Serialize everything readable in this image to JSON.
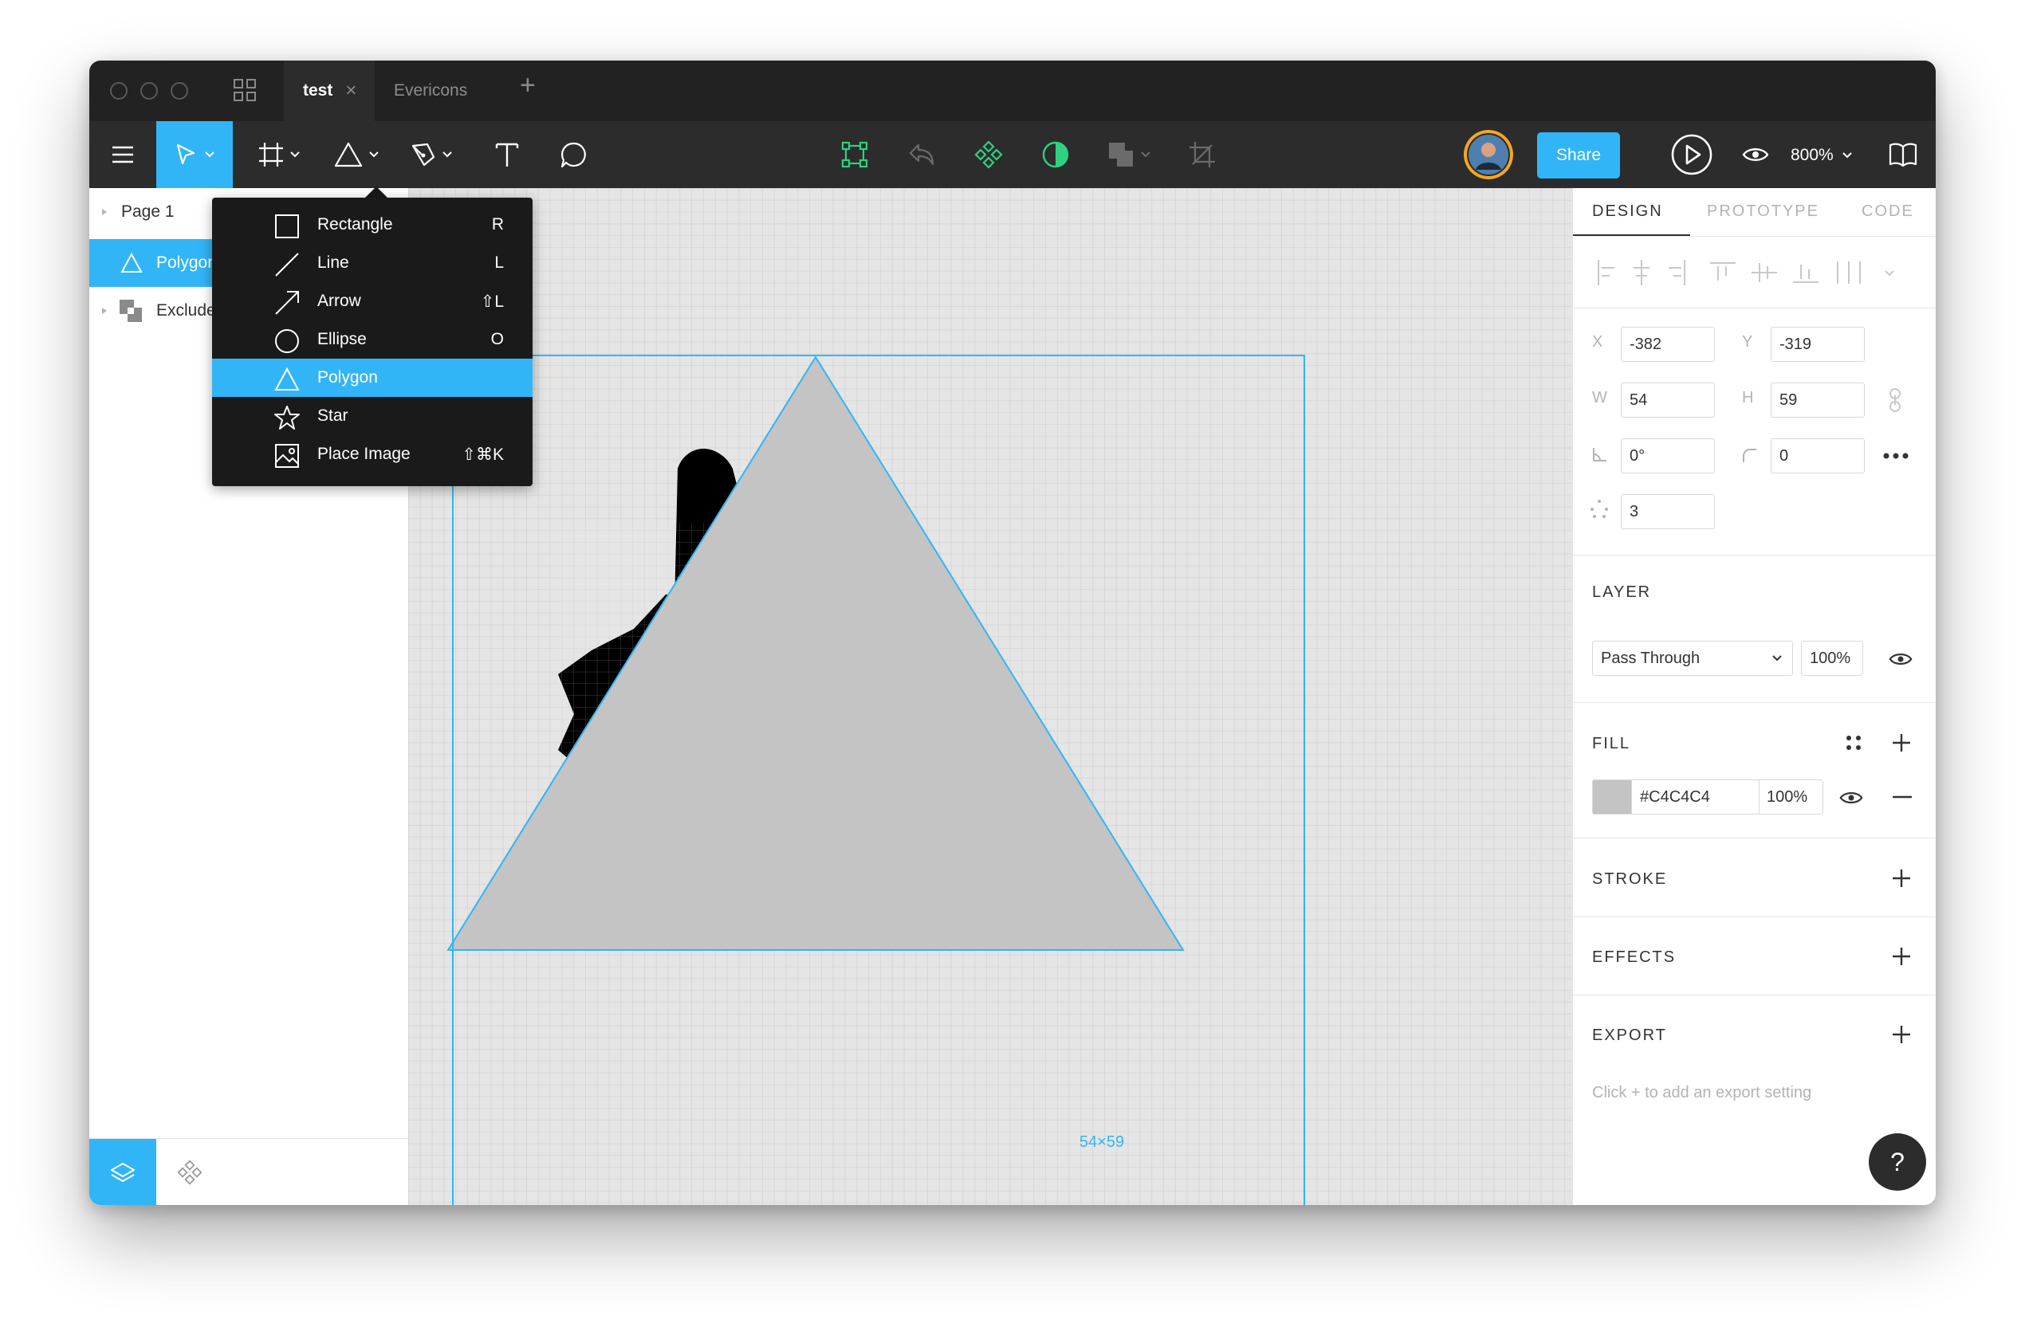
{
  "tabs": [
    {
      "label": "test",
      "active": true
    },
    {
      "label": "Evericons",
      "active": false
    }
  ],
  "toolbar": {
    "share_label": "Share",
    "zoom_label": "800%"
  },
  "layers": {
    "page_label": "Page 1",
    "items": [
      {
        "label": "Polygon",
        "selected": true
      },
      {
        "label": "Exclude",
        "selected": false
      }
    ]
  },
  "shape_menu": {
    "items": [
      {
        "label": "Rectangle",
        "shortcut": "R",
        "icon": "rectangle-icon"
      },
      {
        "label": "Line",
        "shortcut": "L",
        "icon": "line-icon"
      },
      {
        "label": "Arrow",
        "shortcut": "⇧L",
        "icon": "arrow-icon"
      },
      {
        "label": "Ellipse",
        "shortcut": "O",
        "icon": "ellipse-icon"
      },
      {
        "label": "Polygon",
        "shortcut": "",
        "icon": "polygon-icon",
        "selected": true
      },
      {
        "label": "Star",
        "shortcut": "",
        "icon": "star-icon"
      },
      {
        "label": "Place Image",
        "shortcut": "⇧⌘K",
        "icon": "image-icon"
      }
    ]
  },
  "canvas": {
    "dimension_label": "54×59"
  },
  "design": {
    "tabs": [
      "DESIGN",
      "PROTOTYPE",
      "CODE"
    ],
    "x_label": "X",
    "x": "-382",
    "y_label": "Y",
    "y": "-319",
    "w_label": "W",
    "w": "54",
    "h_label": "H",
    "h": "59",
    "rotation": "0°",
    "radius": "0",
    "count": "3",
    "layer_title": "LAYER",
    "blend_mode": "Pass Through",
    "opacity": "100%",
    "fill_title": "FILL",
    "fill_hex": "#C4C4C4",
    "fill_opacity": "100%",
    "stroke_title": "STROKE",
    "effects_title": "EFFECTS",
    "export_title": "EXPORT",
    "export_hint": "Click + to add an export setting"
  },
  "help_label": "?",
  "colors": {
    "accent": "#31b5f7",
    "fill": "#C4C4C4",
    "dark": "#2c2c2c"
  }
}
